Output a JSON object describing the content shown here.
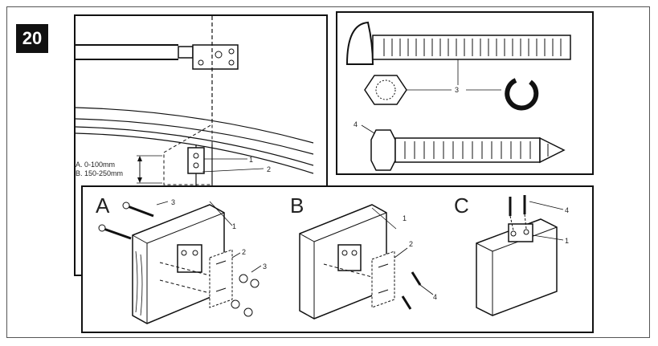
{
  "step_number": "20",
  "range_labels": {
    "a": "A. 0-100mm",
    "b": "B. 150-250mm"
  },
  "callouts": {
    "bracket": "1",
    "plate": "2",
    "bolt_nut_washer": "3",
    "screw": "4"
  },
  "sub_figures": [
    "A",
    "B",
    "C"
  ]
}
